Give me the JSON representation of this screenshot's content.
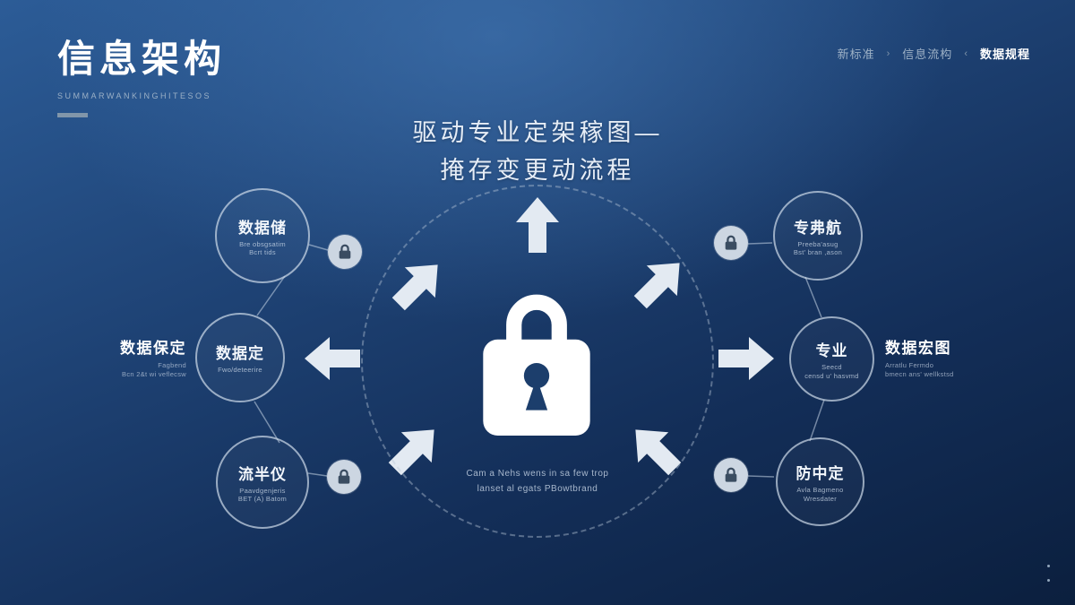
{
  "header": {
    "title": "信息架构",
    "subtitle": "SUMMARWANKINGHITESOS",
    "nav": {
      "items": [
        {
          "label": "新标准",
          "active": false
        },
        {
          "label": "信息流构",
          "active": false
        },
        {
          "label": "数据规程",
          "active": true
        }
      ],
      "separators": [
        "›",
        "‹"
      ]
    }
  },
  "heading": {
    "line1": "驱动专业定架稼图—",
    "line2": "掩存变更动流程"
  },
  "center_lock": {
    "caption": "Cam a Nehs wens in sa few trop\nlanset al egats PBowtbrand"
  },
  "nodes": {
    "left_top": {
      "label": "数据储",
      "caption": "Bre obsgsatim\nBcrt tids"
    },
    "left_mid": {
      "label": "数据定",
      "caption": "Fwo/deteerire"
    },
    "left_bottom": {
      "label": "流半仪",
      "caption": "Paavdgenjeris\nBET (A) Batom"
    },
    "right_top": {
      "label": "专弗航",
      "caption": "Preeba'asug\nBst' bran ,ason"
    },
    "right_mid": {
      "label": "专业",
      "caption": "Seecd\ncensd u' hasvmd"
    },
    "right_bottom": {
      "label": "防中定",
      "caption": "Avla Bagmeno\nWresdater"
    }
  },
  "side_labels": {
    "left": {
      "title": "数据保定",
      "caption": "Fagbend\nBcn 2&t wi veflecsw"
    },
    "right": {
      "title": "数据宏图",
      "caption": "Arratlu Fermdo\nbmecn ans' wellkstsd"
    }
  },
  "colors": {
    "background_top": "#2c5c97",
    "background_bottom": "#0b1f3e",
    "arrow": "#e3eaf2",
    "lock": "#ffffff",
    "keyhole": "#1c3e6c",
    "muted_text": "#9db1c6"
  }
}
